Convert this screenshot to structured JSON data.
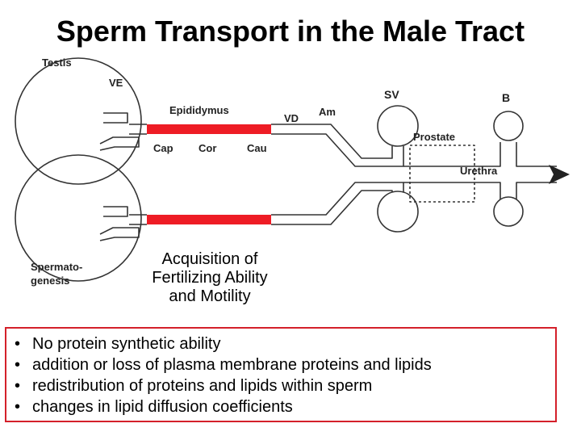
{
  "title": "Sperm Transport in the Male Tract",
  "labels": {
    "testis": "Testis",
    "ve": "VE",
    "epididymus": "Epididymus",
    "vd": "VD",
    "am": "Am",
    "sv": "SV",
    "b": "B",
    "prostate": "Prostate",
    "urethra": "Urethra",
    "cap": "Cap",
    "cor": "Cor",
    "cau": "Cau",
    "spermato_line1": "Spermato-",
    "spermato_line2": "genesis"
  },
  "acquisition": {
    "line1": "Acquisition of",
    "line2": "Fertilizing Ability",
    "line3": "and Motility"
  },
  "bullets": {
    "marker": "•",
    "items": [
      "No protein synthetic ability",
      "addition or loss of plasma membrane proteins and lipids",
      "redistribution of proteins and lipids within sperm",
      "changes in lipid diffusion coefficients"
    ]
  },
  "colors": {
    "epididymis_fill": "#ee1c25",
    "box_border": "#d4202a",
    "outline": "#333333"
  }
}
